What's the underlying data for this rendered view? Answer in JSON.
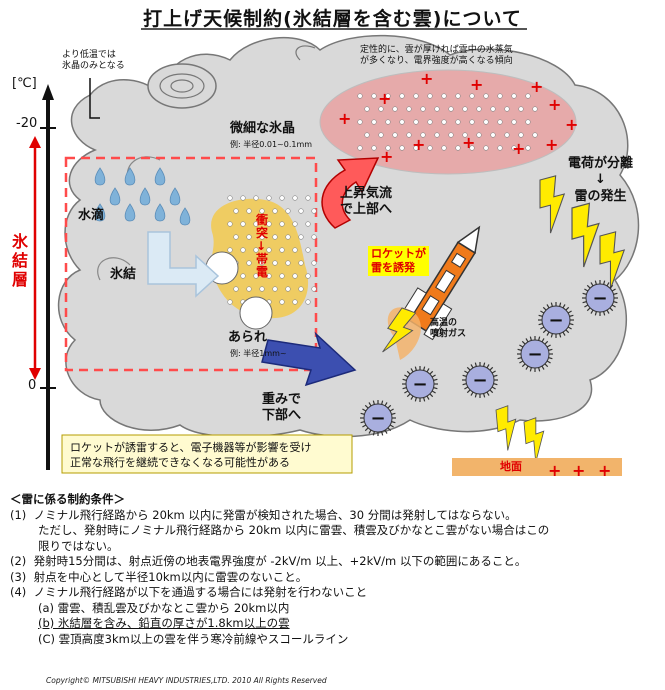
{
  "title": "打上げ天候制約(氷結層を含む雲)について",
  "diagram": {
    "unit_label": "[℃]",
    "temp_minus20": "-20",
    "temp_zero": "0",
    "ice_layer_label": "氷\n結\n層",
    "low_temp_note": "より低温では\n氷晶のみとなる",
    "water_vapor_note": "定性的に、雲が厚ければ雲中の水蒸気\nが多くなり、電界強度が高くなる傾向",
    "fine_ice_label": "微細な氷晶",
    "fine_ice_sub": "例: 半径0.01~0.1mm",
    "water_drop_label": "水滴",
    "freeze_label": "氷結",
    "collision_label": "衝\n突\n↓\n帯\n電",
    "hail_label": "あられ",
    "hail_sub": "例: 半径1mm~",
    "updraft_label": "上昇気流\nで上部へ",
    "rocket_trigger_label": "ロケットが\n雷を誘発",
    "exhaust_label": "高温の\n噴射ガス",
    "charge_sep_label": "電荷が分離\n↓\n雷の発生",
    "sink_label": "重みで\n下部へ",
    "ground_label": "地面",
    "warning_text": "ロケットが誘雷すると、電子機器等が影響を受け\n正常な飛行を継続できなくなる可能性がある",
    "plus_sign": "+",
    "minus_sign": "−"
  },
  "conditions": {
    "heading": "＜雷に係る制約条件＞",
    "items": [
      "(1)  ノミナル飛行経路から 20km 以内に発雷が検知された場合、30 分間は発射してはならない。",
      "ただし、発射時にノミナル飛行経路から 20km 以内に雷雲、積雲及びかなとこ雲がない場合はこの",
      "限りではない。",
      "(2)  発射時15分間は、射点近傍の地表電界強度が -2kV/m 以上、+2kV/m 以下の範囲にあること。",
      "(3)  射点を中心として半径10km以内に雷雲のないこと。",
      "(4)  ノミナル飛行経路が以下を通過する場合には発射を行わないこと",
      "(a) 雷雲、積乱雲及びかなとこ雲から 20km以内",
      "(b) 氷結層を含み、鉛直の厚さが1.8km以上の雲",
      "(C) 雲頂高度3km以上の雲を伴う寒冷前線やスコールライン"
    ]
  },
  "copyright": "Copyright© MITSUBISHI HEAVY INDUSTRIES,LTD. 2010  All Rights Reserved"
}
